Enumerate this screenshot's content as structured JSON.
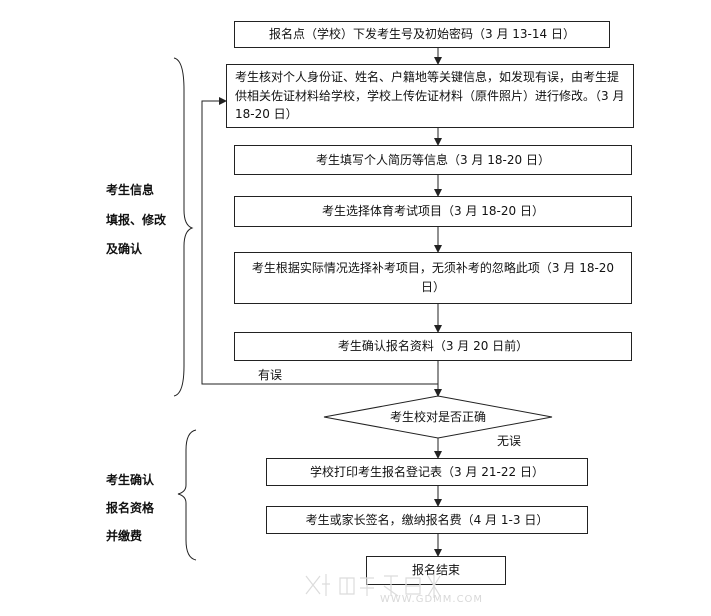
{
  "flow": {
    "step1": "报名点（学校）下发考生号及初始密码（3 月 13-14 日）",
    "step2": "考生核对个人身份证、姓名、户籍地等关键信息，如发现有误，由考生提供相关佐证材料给学校，学校上传佐证材料（原件照片）进行修改。（3 月 18-20 日）",
    "step3": "考生填写个人简历等信息（3 月 18-20 日）",
    "step4": "考生选择体育考试项目（3 月 18-20 日）",
    "step5": "考生根据实际情况选择补考项目，无须补考的忽略此项（3 月 18-20 日）",
    "step6": "考生确认报名资料（3 月 20 日前）",
    "decision": "考生校对是否正确",
    "label_error": "有误",
    "label_ok": "无误",
    "step7": "学校打印考生报名登记表（3 月 21-22 日）",
    "step8": "考生或家长签名，缴纳报名费（4 月 1-3 日）",
    "end": "报名结束"
  },
  "groups": {
    "group1": [
      "考生信息",
      "填报、修改",
      "及确认"
    ],
    "group2": [
      "考生确认",
      "报名资格",
      "并缴费"
    ]
  },
  "watermark": {
    "site": "WWW.GDMM.COM"
  }
}
